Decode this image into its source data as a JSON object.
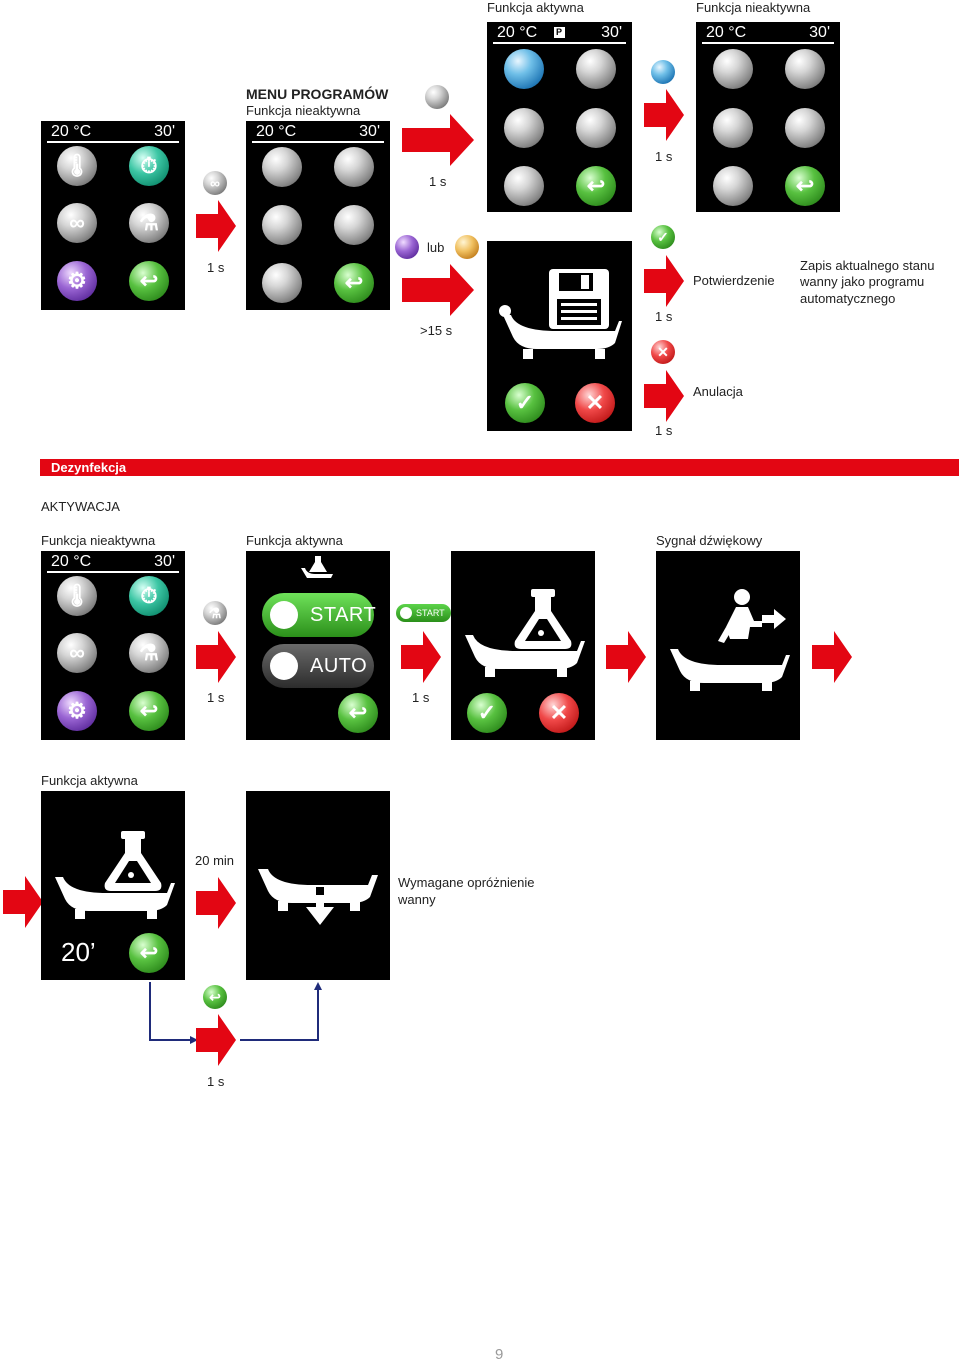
{
  "page_number": "9",
  "colors": {
    "red": "#e30613",
    "navy": "#1f2b7a",
    "panel_bg": "#000000"
  },
  "top": {
    "active_label": "Funkcja aktywna",
    "inactive_label": "Funkcja nieaktywna",
    "menu_title": "MENU PROGRAMÓW",
    "menu_subtitle": "Funkcja nieaktywna",
    "timing_1s": "1 s",
    "timing_15s": ">15 s",
    "or_label": "lub",
    "confirm_label": "Potwierdzenie",
    "confirm_desc_1": "Zapis aktualnego stanu",
    "confirm_desc_2": "wanny jako programu",
    "confirm_desc_3": "automatycznego",
    "cancel_label": "Anulacja",
    "status_temp": "20 °C",
    "status_time": "30'",
    "status_p": "P"
  },
  "section": {
    "title": "Dezynfekcja",
    "activation": "AKTYWACJA",
    "inactive_label": "Funkcja nieaktywna",
    "active_label": "Funkcja aktywna",
    "sound_label": "Sygnał dźwiękowy",
    "start_label": "START",
    "auto_label": "AUTO",
    "mini_start": "START",
    "timing_1s": "1 s"
  },
  "bottom": {
    "active_label": "Funkcja aktywna",
    "timer": "20’",
    "duration": "20 min",
    "drain_1": "Wymagane opróżnienie",
    "drain_2": "wanny",
    "timing_1s": "1 s"
  },
  "icons": [
    "thermometer-icon",
    "timer-icon",
    "bubbles-icon",
    "flask-icon",
    "gears-icon",
    "back-icon",
    "save-icon",
    "check-icon",
    "cross-icon",
    "bathtub-icon",
    "person-leaving-icon",
    "drain-icon",
    "play-icon",
    "refresh-icon"
  ]
}
